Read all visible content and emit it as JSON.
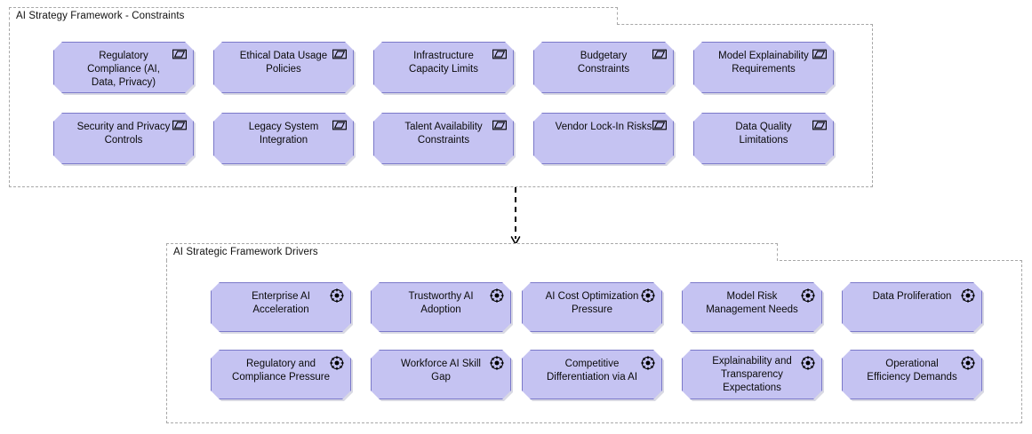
{
  "diagram": {
    "title": "AI Strategy Framework",
    "notation": "ArchiMate motivation viewpoint"
  },
  "groups": [
    {
      "id": "constraints-group",
      "label": "AI Strategy Framework - Constraints",
      "element_type": "Constraint",
      "icon": "constraint-icon",
      "rows": [
        [
          "Regulatory\nCompliance (AI,\nData, Privacy)",
          "Ethical Data Usage\nPolicies",
          "Infrastructure\nCapacity Limits",
          "Budgetary\nConstraints",
          "Model Explainability\nRequirements"
        ],
        [
          "Security and Privacy\nControls",
          "Legacy System\nIntegration",
          "Talent Availability\nConstraints",
          "Vendor Lock-In Risks",
          "Data Quality\nLimitations"
        ]
      ]
    },
    {
      "id": "drivers-group",
      "label": "AI Strategic Framework Drivers",
      "element_type": "Driver",
      "icon": "driver-icon",
      "rows": [
        [
          "Enterprise AI\nAcceleration",
          "Trustworthy AI\nAdoption",
          "AI Cost Optimization\nPressure",
          "Model Risk\nManagement Needs",
          "Data Proliferation"
        ],
        [
          "Regulatory and\nCompliance Pressure",
          "Workforce AI Skill\nGap",
          "Competitive\nDifferentiation via AI",
          "Explainability and\nTransparency\nExpectations",
          "Operational\nEfficiency Demands"
        ]
      ]
    }
  ],
  "connector": {
    "name": "constraints-to-drivers-arrow",
    "style": "dashed-open-arrow",
    "direction": "down",
    "from": "AI Strategy Framework - Constraints",
    "to": "AI Strategic Framework Drivers"
  },
  "colors": {
    "element_fill": "#c5c3f2",
    "element_border": "#7b79c9",
    "group_border": "#a8a8a8",
    "text": "#0a0a0a",
    "background": "#ffffff",
    "connector": "#000000"
  }
}
